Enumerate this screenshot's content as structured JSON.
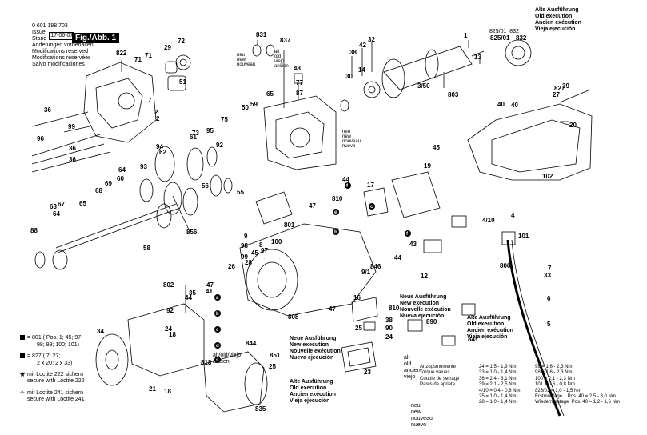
{
  "header": {
    "part_number": "0 601 188 703",
    "issue_label": "Issue",
    "stand_label": "Stand",
    "date": "17-06-07",
    "figure_label": "Fig./Abb. 1",
    "changes_notice": [
      "Änderungen vorbehalten",
      "Modifications reserved",
      "Modifications réservées",
      "Salvo modificaciones"
    ]
  },
  "new_version_block": {
    "codes": "825/01  832",
    "lines": [
      "Alte Ausführung",
      "Old execution",
      "Ancien exécution",
      "Vieja ejecución"
    ]
  },
  "notes": {
    "new_831": [
      "neu",
      "new",
      "nouveau"
    ],
    "old_831": [
      "alt",
      "old",
      "viejo",
      "ancien"
    ],
    "new_837": [
      "neu",
      "new",
      "nouveau",
      "nuevo"
    ],
    "new_execution": [
      "Neue Ausführung",
      "New execution",
      "Nouvelle exécution",
      "Nueva ejecución"
    ],
    "new_execution_2": [
      "Neue Ausführung",
      "New execution",
      "Nouvelle exécution",
      "Nueva ejecución"
    ],
    "old_execution": [
      "Alte Ausführung",
      "Old execution",
      "Ancien exécution",
      "Vieja ejecución"
    ],
    "old_execution_2": [
      "Alte Ausführung",
      "Old execution",
      "Ancien exécution",
      "Vieja ejecución"
    ],
    "old_viejo": [
      "alt/old/viejo",
      "ancien"
    ],
    "old_890": [
      "alt",
      "old",
      "ancien",
      "viejo"
    ],
    "new_890": [
      "neu",
      "new",
      "nouveau",
      "nuevo"
    ]
  },
  "legend": {
    "square_801": "= 801 ( Pos. 1; 45; 97",
    "square_801_2": "98; 99; 100; 101)",
    "square_827": "= 827 ( 7; 27;",
    "square_827_2": "2 x 20; 2 x 33)",
    "star": "mit Loctite 222 sichern",
    "star_2": "secure with Loctite 222",
    "diamond": "mit Loctite 241 sichern",
    "diamond_2": "secure with Loctite 241"
  },
  "torque_table": {
    "rows": [
      [
        "Anzugsmomente",
        "24 = 1,5 - 1,9 Nm",
        "96 = 1,6 - 2,3 Nm"
      ],
      [
        "Torque values",
        "33 = 1,0 - 1,4 Nm",
        "98 = 1,6 - 2,3 Nm"
      ],
      [
        "Couple de serrage",
        "36 = 2,4 - 3,1 Nm",
        "100 = 2,1 - 2,3 Nm"
      ],
      [
        "Pares de apriete",
        "39 = 2,1 - 2,5 Nm",
        "101 = 0,6 - 0,8 Nm"
      ],
      [
        "",
        "4/10 = 0,4 - 0,8 Nm",
        "825/01 = 1,0 - 1,5 Nm"
      ],
      [
        "",
        "25 = 1,0 - 1,4 Nm",
        "Erstmontage    Pos. 40 = 2,5 - 3,0 Nm"
      ],
      [
        "",
        "28 = 1,0 - 1,4 Nm",
        "Wiedermontage  Pos. 40 = 1,2 - 1,6 Nm"
      ]
    ]
  },
  "labels": [
    {
      "t": "831"
    },
    {
      "t": "837"
    },
    {
      "t": "32"
    },
    {
      "t": "42"
    },
    {
      "t": "38"
    },
    {
      "t": "1"
    },
    {
      "t": "13"
    },
    {
      "t": "825/01"
    },
    {
      "t": "832"
    },
    {
      "t": "72"
    },
    {
      "t": "29"
    },
    {
      "t": "51"
    },
    {
      "t": "822"
    },
    {
      "t": "71"
    },
    {
      "t": "71"
    },
    {
      "t": "7"
    },
    {
      "t": "2"
    },
    {
      "t": "40"
    },
    {
      "t": "2"
    },
    {
      "t": "48"
    },
    {
      "t": "77"
    },
    {
      "t": "87"
    },
    {
      "t": "59"
    },
    {
      "t": "65"
    },
    {
      "t": "50"
    },
    {
      "t": "30"
    },
    {
      "t": "14"
    },
    {
      "t": "3/50"
    },
    {
      "t": "803"
    },
    {
      "t": "827"
    },
    {
      "t": "27"
    },
    {
      "t": "39"
    },
    {
      "t": "40"
    },
    {
      "t": "20"
    },
    {
      "t": "36"
    },
    {
      "t": "99"
    },
    {
      "t": "96"
    },
    {
      "t": "36"
    },
    {
      "t": "36"
    },
    {
      "t": "95"
    },
    {
      "t": "75"
    },
    {
      "t": "73"
    },
    {
      "t": "61"
    },
    {
      "t": "92"
    },
    {
      "t": "62"
    },
    {
      "t": "94"
    },
    {
      "t": "93"
    },
    {
      "t": "64"
    },
    {
      "t": "60"
    },
    {
      "t": "68"
    },
    {
      "t": "69"
    },
    {
      "t": "65"
    },
    {
      "t": "56"
    },
    {
      "t": "55"
    },
    {
      "t": "67"
    },
    {
      "t": "63"
    },
    {
      "t": "64"
    },
    {
      "t": "88"
    },
    {
      "t": "58"
    },
    {
      "t": "856"
    },
    {
      "t": "45"
    },
    {
      "t": "19"
    },
    {
      "t": "102"
    },
    {
      "t": "4"
    },
    {
      "t": "4/10"
    },
    {
      "t": "101"
    },
    {
      "t": "806"
    },
    {
      "t": "7"
    },
    {
      "t": "33"
    },
    {
      "t": "810"
    },
    {
      "t": "47"
    },
    {
      "t": "44"
    },
    {
      "t": "17"
    },
    {
      "t": "9"
    },
    {
      "t": "801"
    },
    {
      "t": "8"
    },
    {
      "t": "100"
    },
    {
      "t": "97"
    },
    {
      "t": "98"
    },
    {
      "t": "99"
    },
    {
      "t": "45"
    },
    {
      "t": "28"
    },
    {
      "t": "26"
    },
    {
      "t": "43"
    },
    {
      "t": "44"
    },
    {
      "t": "846"
    },
    {
      "t": "9/1"
    },
    {
      "t": "12"
    },
    {
      "t": "6"
    },
    {
      "t": "5"
    },
    {
      "t": "802"
    },
    {
      "t": "47"
    },
    {
      "t": "41"
    },
    {
      "t": "35"
    },
    {
      "t": "44"
    },
    {
      "t": "92"
    },
    {
      "t": "24"
    },
    {
      "t": "18"
    },
    {
      "t": "808"
    },
    {
      "t": "16"
    },
    {
      "t": "47"
    },
    {
      "t": "810"
    },
    {
      "t": "25"
    },
    {
      "t": "38"
    },
    {
      "t": "90"
    },
    {
      "t": "24"
    },
    {
      "t": "890"
    },
    {
      "t": "841"
    },
    {
      "t": "34"
    },
    {
      "t": "818"
    },
    {
      "t": "844"
    },
    {
      "t": "21"
    },
    {
      "t": "18"
    },
    {
      "t": "851"
    },
    {
      "t": "25"
    },
    {
      "t": "23"
    },
    {
      "t": "835"
    }
  ]
}
